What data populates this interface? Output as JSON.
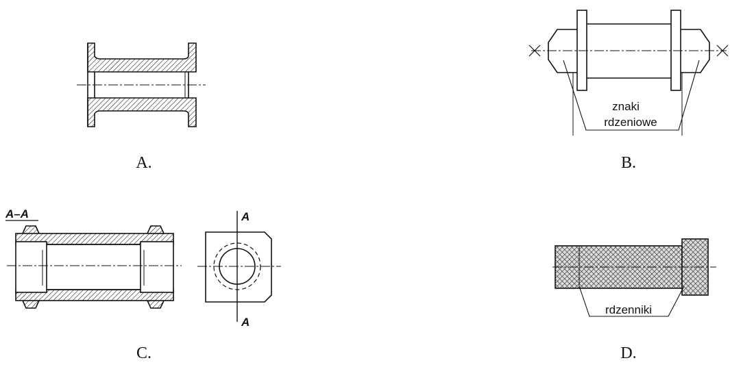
{
  "figures": {
    "a": {
      "caption": "A."
    },
    "b": {
      "caption": "B.",
      "label_line1": "znaki",
      "label_line2": "rdzeniowe"
    },
    "c": {
      "caption": "C.",
      "section_label": "A–A",
      "cut_label_top": "A",
      "cut_label_bottom": "A"
    },
    "d": {
      "caption": "D.",
      "label": "rdzenniki"
    }
  }
}
